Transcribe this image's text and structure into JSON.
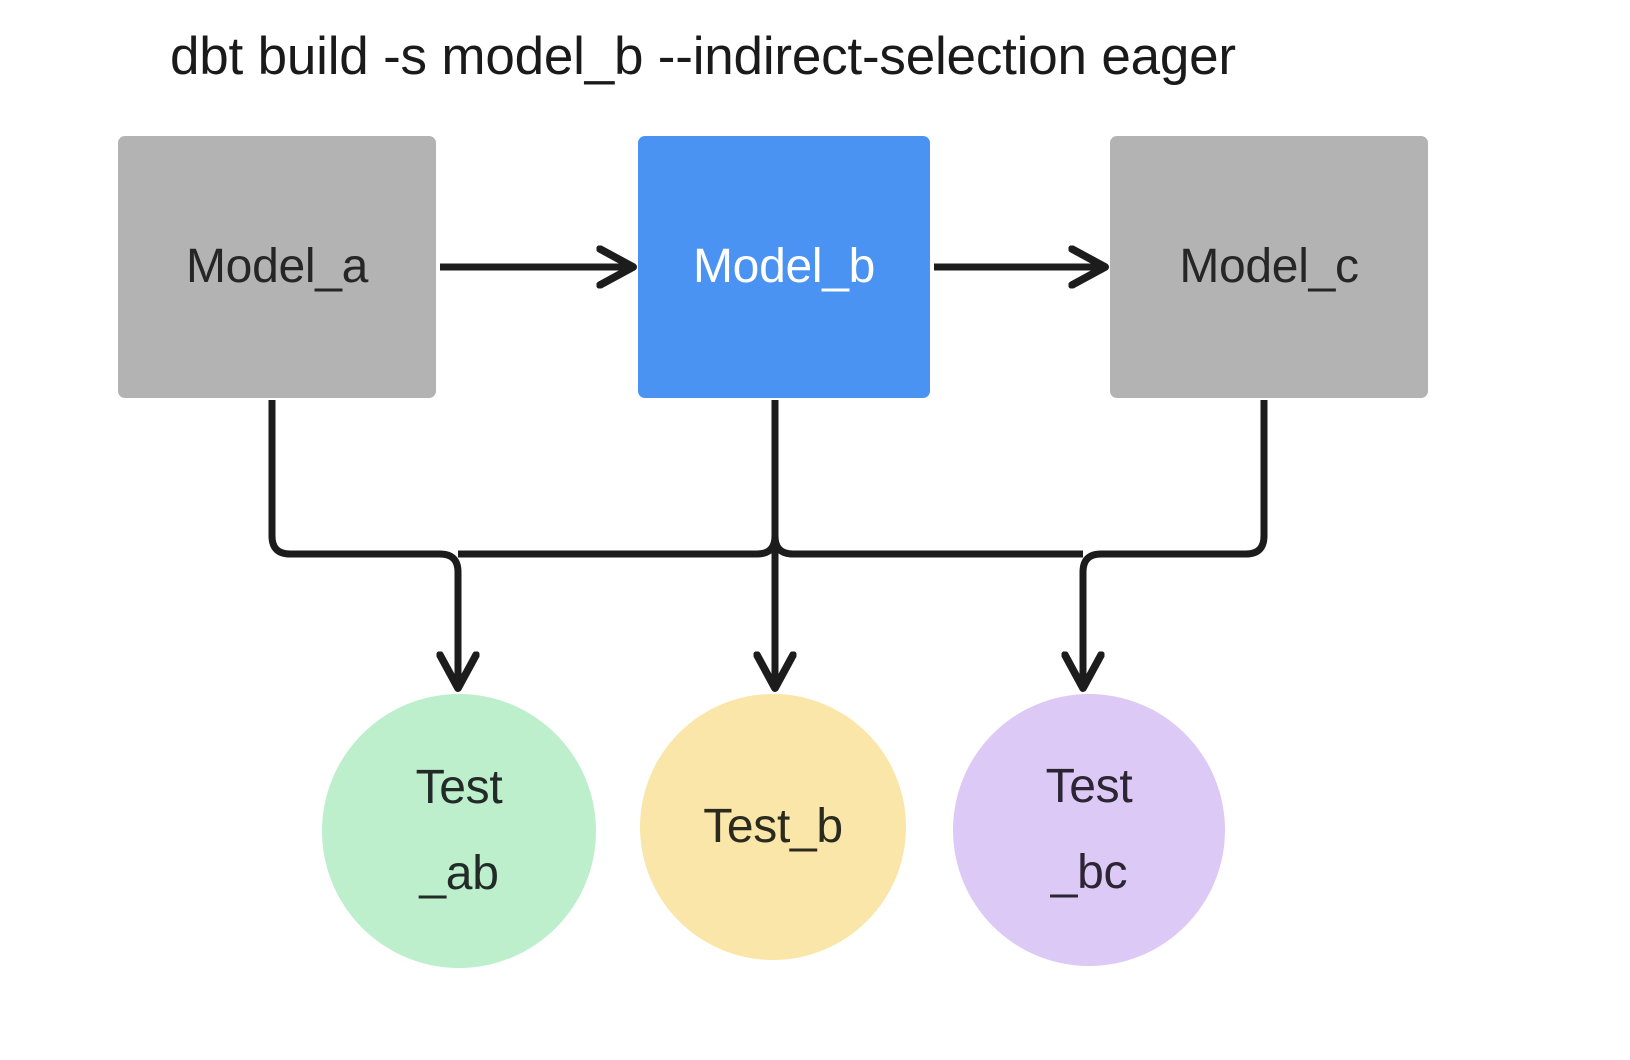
{
  "title": "dbt build -s model_b --indirect-selection eager",
  "colors": {
    "background": "#ffffff",
    "model_default": "#b3b3b3",
    "model_selected": "#4a93f3",
    "test_ab": "#bdefcd",
    "test_b": "#f9e6a8",
    "test_bc": "#ddc9f6",
    "edge": "#1c1c1c",
    "text_dark": "#262626",
    "text_light": "#ffffff"
  },
  "models": [
    {
      "id": "model_a",
      "label": "Model_a",
      "state": "not-selected"
    },
    {
      "id": "model_b",
      "label": "Model_b",
      "state": "selected"
    },
    {
      "id": "model_c",
      "label": "Model_c",
      "state": "not-selected"
    }
  ],
  "tests": [
    {
      "id": "test_ab",
      "line1": "Test",
      "line2": "_ab"
    },
    {
      "id": "test_b",
      "line1": "Test_b",
      "line2": ""
    },
    {
      "id": "test_bc",
      "line1": "Test",
      "line2": "_bc"
    }
  ],
  "edges": [
    {
      "from": "model_a",
      "to": "model_b",
      "kind": "model-to-model"
    },
    {
      "from": "model_b",
      "to": "model_c",
      "kind": "model-to-model"
    },
    {
      "from": "model_a",
      "to": "test_ab",
      "kind": "model-to-test"
    },
    {
      "from": "model_b",
      "to": "test_ab",
      "kind": "model-to-test"
    },
    {
      "from": "model_b",
      "to": "test_b",
      "kind": "model-to-test"
    },
    {
      "from": "model_b",
      "to": "test_bc",
      "kind": "model-to-test"
    },
    {
      "from": "model_c",
      "to": "test_bc",
      "kind": "model-to-test"
    }
  ]
}
